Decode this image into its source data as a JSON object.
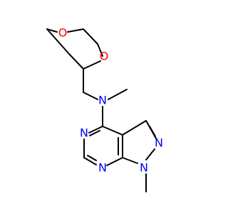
{
  "molecule": {
    "colors": {
      "bond": "#000000",
      "oxygen": "#ff0000",
      "nitrogen": "#0000ff",
      "background": "#ffffff"
    },
    "atom_labels": {
      "ring_oxygen_top": "O",
      "ring_oxygen_right": "O",
      "amine_nitrogen": "N",
      "pyrimidine_n3": "N",
      "pyrimidine_n7": "N",
      "pyrazole_n1": "N",
      "pyrazole_n2": "N"
    }
  }
}
